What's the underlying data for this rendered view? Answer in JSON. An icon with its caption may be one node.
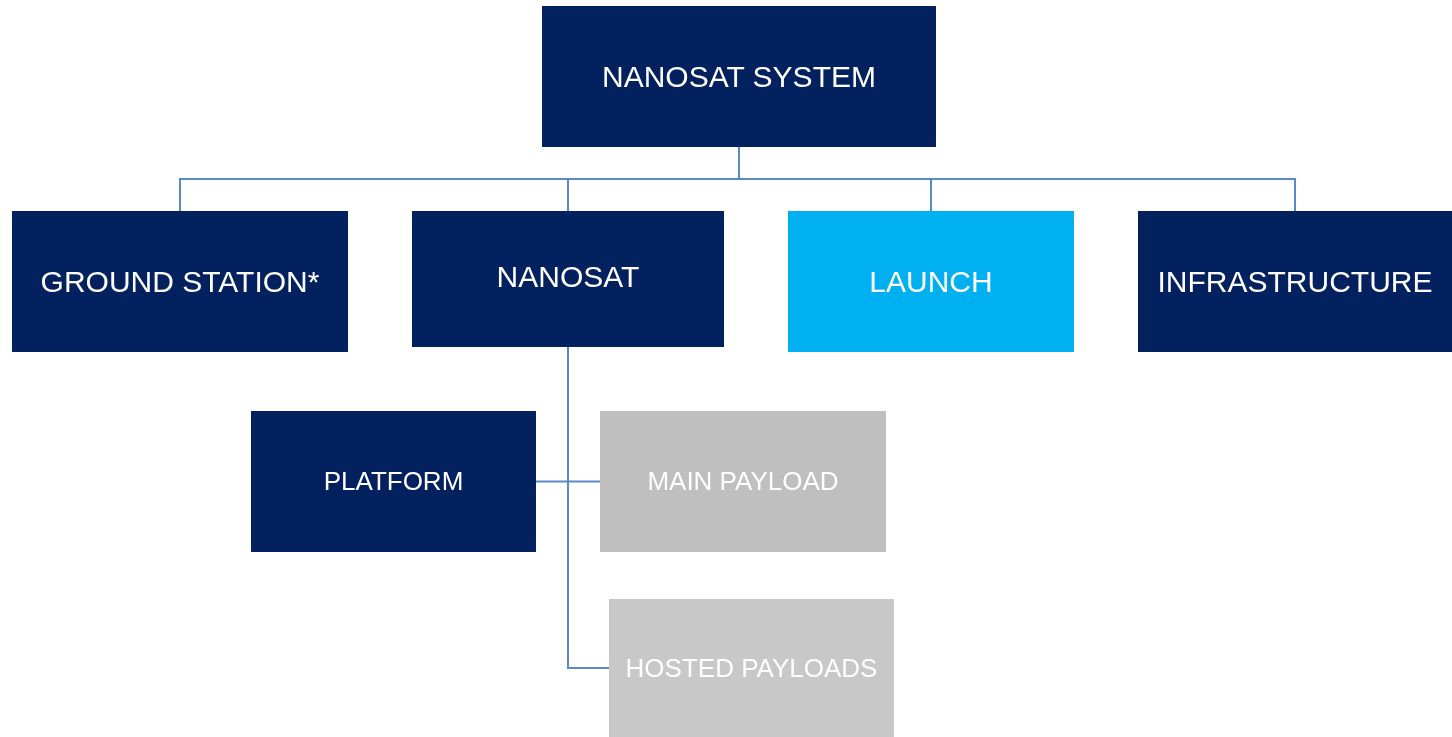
{
  "diagram": {
    "nodes": [
      {
        "text": [
          "NANOSAT SYSTEM"
        ]
      },
      {
        "text": [
          "GROUND STATION*"
        ]
      },
      {
        "text": [
          "NANOSAT"
        ]
      },
      {
        "text": [
          "LAUNCH"
        ]
      },
      {
        "text": [
          "INFRASTRUCTURE"
        ]
      },
      {
        "text": [
          "PLATFORM"
        ]
      },
      {
        "text": [
          "MAIN PAYLOAD"
        ]
      },
      {
        "text": [
          "HOSTED PAYLOADS"
        ]
      }
    ],
    "edges": [
      {
        "from": 0,
        "to": 1,
        "arrow": "none"
      },
      {
        "from": 0,
        "to": 2,
        "arrow": "none"
      },
      {
        "from": 0,
        "to": 3,
        "arrow": "none"
      },
      {
        "from": 0,
        "to": 4,
        "arrow": "none"
      },
      {
        "from": 2,
        "to": 5,
        "arrow": "none"
      },
      {
        "from": 2,
        "to": 6,
        "arrow": "none"
      },
      {
        "from": 2,
        "to": 7,
        "arrow": "none"
      }
    ]
  }
}
